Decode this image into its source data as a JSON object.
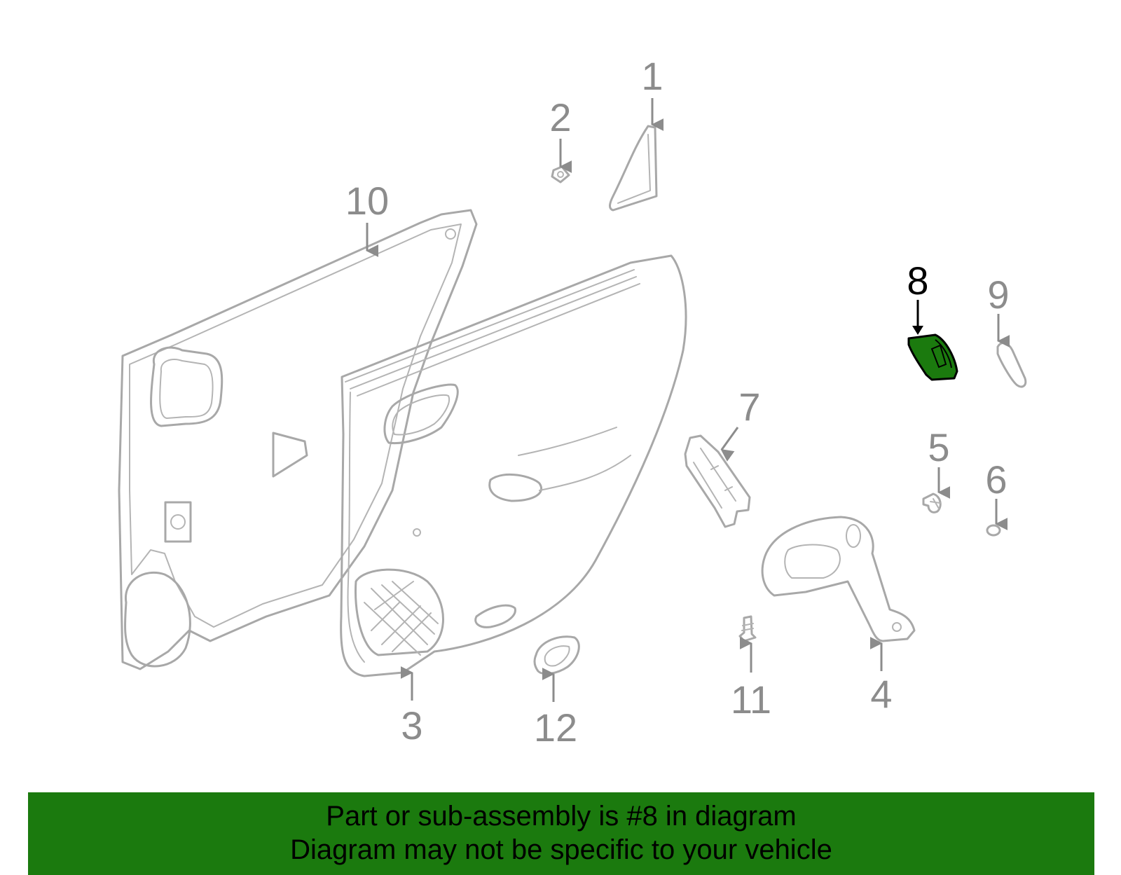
{
  "diagram": {
    "callouts": [
      "1",
      "2",
      "3",
      "4",
      "5",
      "6",
      "7",
      "8",
      "9",
      "10",
      "11",
      "12"
    ],
    "highlighted_part": "8",
    "highlight_color": "#1b7a0e"
  },
  "banner": {
    "line1": "Part or sub-assembly is #8 in diagram",
    "line2": "Diagram may not be specific to your vehicle",
    "color": "#1b7a0e"
  }
}
